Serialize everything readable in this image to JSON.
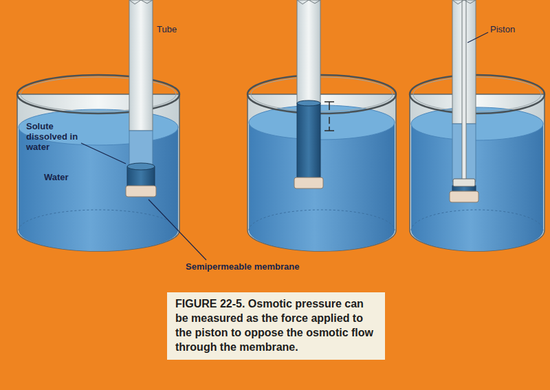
{
  "diagram": {
    "caption": "FIGURE 22-5. Osmotic pressure can be measured as the force applied to the piston to oppose the osmotic flow through the membrane.",
    "labels": [
      "Tube",
      "Solute dissolved in water",
      "Water",
      "Semipermeable membrane",
      "Piston"
    ]
  }
}
